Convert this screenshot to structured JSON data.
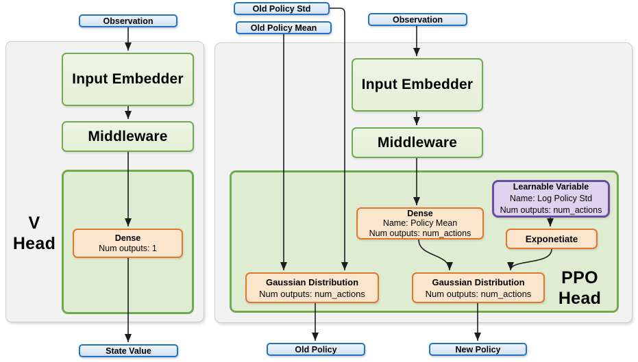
{
  "v_head": {
    "observation": "Observation",
    "input_embedder": "Input Embedder",
    "middleware": "Middleware",
    "dense": {
      "title": "Dense",
      "outputs": "Num outputs: 1"
    },
    "label1": "V",
    "label2": "Head",
    "state_value": "State Value"
  },
  "ppo_head": {
    "old_policy_std": "Old Policy Std",
    "old_policy_mean": "Old Policy Mean",
    "observation": "Observation",
    "input_embedder": "Input Embedder",
    "middleware": "Middleware",
    "dense": {
      "title": "Dense",
      "name": "Name: Policy Mean",
      "outputs": "Num outputs: num_actions"
    },
    "learnable": {
      "title": "Learnable Variable",
      "name": "Name: Log Policy Std",
      "outputs": "Num outputs: num_actions"
    },
    "exponentiate": "Exponetiate",
    "gaussian_old": {
      "title": "Gaussian Distribution",
      "outputs": "Num outputs: num_actions"
    },
    "gaussian_new": {
      "title": "Gaussian Distribution",
      "outputs": "Num outputs: num_actions"
    },
    "label1": "PPO",
    "label2": "Head",
    "old_policy": "Old Policy",
    "new_policy": "New Policy"
  },
  "colors": {
    "blue_border": "#2272c3",
    "blue_fill": "#dae6f5",
    "green_border": "#72a94e",
    "green_fill": "#e9f2df",
    "green_container_fill": "#deedd2",
    "orange_border": "#e2762d",
    "orange_fill": "#fce5cd",
    "purple_border": "#6b4aa4",
    "purple_fill": "#ded3ee",
    "container_fill": "#f2f2f2",
    "edge": "#1c1c1c"
  }
}
